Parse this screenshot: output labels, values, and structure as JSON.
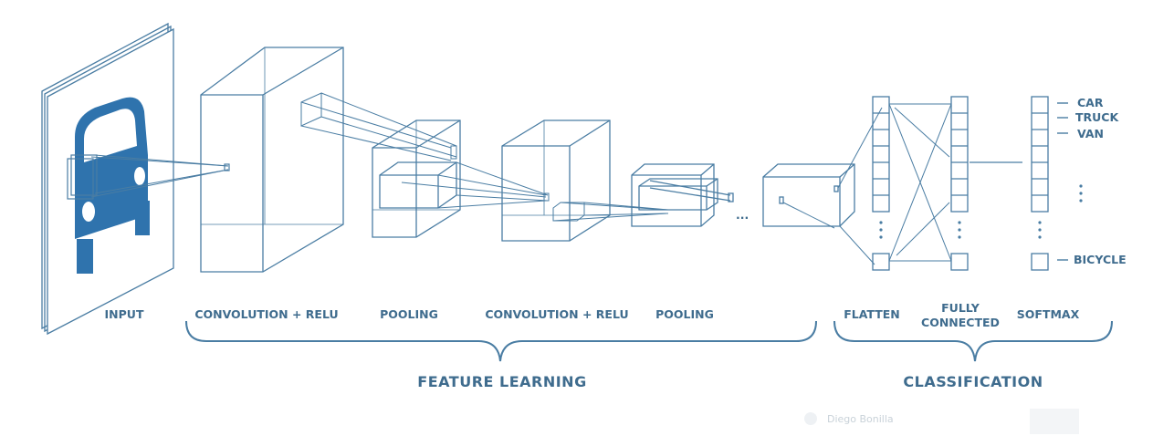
{
  "stages": {
    "input": "INPUT",
    "conv1": "CONVOLUTION + RELU",
    "pool1": "POOLING",
    "conv2": "CONVOLUTION + RELU",
    "pool2": "POOLING",
    "flatten": "FLATTEN",
    "fc_line1": "FULLY",
    "fc_line2": "CONNECTED",
    "softmax": "SOFTMAX"
  },
  "groups": {
    "feature": "FEATURE LEARNING",
    "classification": "CLASSIFICATION"
  },
  "classes": [
    "CAR",
    "TRUCK",
    "VAN",
    "BICYCLE"
  ],
  "ellipsis": "...",
  "watermark": "Diego Bonilla",
  "colors": {
    "line": "#4a7da3",
    "label": "#3f6c8e",
    "car": "#2f73ad"
  }
}
